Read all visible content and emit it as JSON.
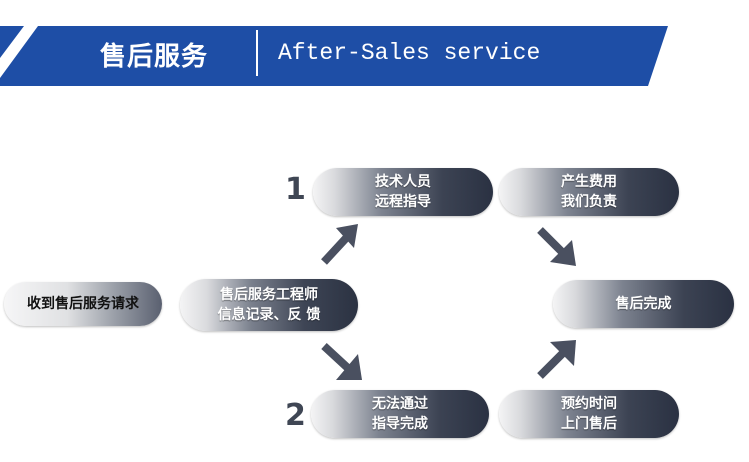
{
  "header": {
    "title_zh": "售后服务",
    "title_en": "After-Sales service",
    "color": "#1e4ea6"
  },
  "flow": {
    "start": "收到售后服务请求",
    "engineer": [
      "售后服务工程师",
      "信息记录、反 馈"
    ],
    "path1": {
      "number": "1",
      "step1": [
        "技术人员",
        "远程指导"
      ],
      "step2": [
        "产生费用",
        "我们负责"
      ]
    },
    "path2": {
      "number": "2",
      "step1": [
        "无法通过",
        "指导完成"
      ],
      "step2": [
        "预约时间",
        "上门售后"
      ]
    },
    "end": "售后完成"
  }
}
